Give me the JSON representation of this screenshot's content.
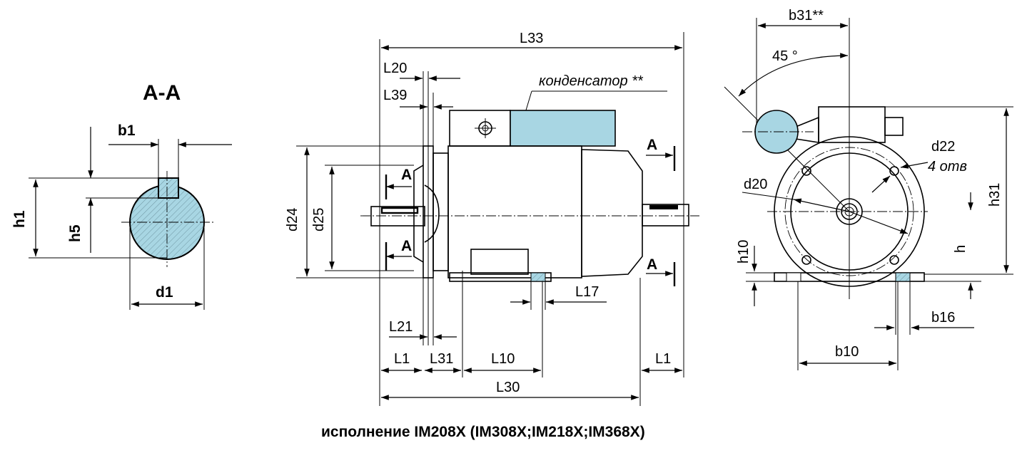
{
  "colors": {
    "fill_blue": "#a8d6e3",
    "line": "#000000"
  },
  "section_view": {
    "title": "A-A",
    "labels": {
      "b1": "b1",
      "h1": "h1",
      "h5": "h5",
      "d1": "d1"
    }
  },
  "side_view": {
    "labels": {
      "L33": "L33",
      "L20": "L20",
      "L39": "L39",
      "capacitor": "конденсатор **",
      "A": "A",
      "d24": "d24",
      "d25": "d25",
      "L17": "L17",
      "L21": "L21",
      "L1": "L1",
      "L31": "L31",
      "L10": "L10",
      "L30": "L30"
    }
  },
  "front_view": {
    "labels": {
      "b31": "b31**",
      "angle": "45 °",
      "d22": "d22",
      "holes": "4 отв",
      "d20": "d20",
      "h10": "h10",
      "h": "h",
      "h31": "h31",
      "b16": "b16",
      "b10": "b10"
    }
  },
  "caption": "исполнение IM208X (IM308X;IM218X;IM368X)"
}
